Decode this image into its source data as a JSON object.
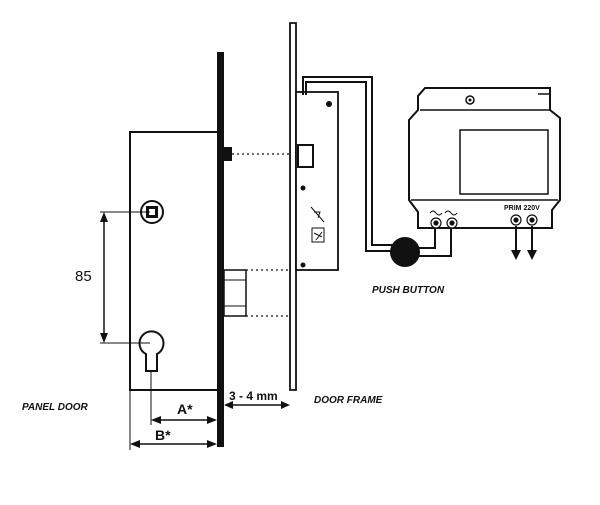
{
  "labels": {
    "panel_door": "PANEL DOOR",
    "door_frame": "DOOR FRAME",
    "push_button": "PUSH BUTTON",
    "gap": "3 - 4 mm",
    "dim_a": "A*",
    "dim_b": "B*",
    "dim_85": "85",
    "transformer_rating": "PRIM 220V"
  }
}
